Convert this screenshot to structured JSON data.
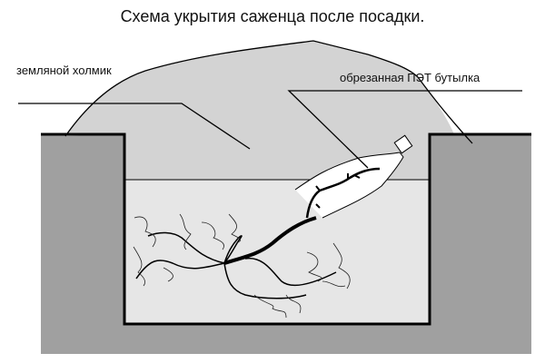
{
  "title": "Схема укрытия саженца после посадки.",
  "labels": {
    "mound": "земляной холмик",
    "bottle": "обрезанная ПЭТ бутылка"
  },
  "colors": {
    "ground": "#a0a0a0",
    "mound": "#d3d3d3",
    "pit_soil": "#e6e6e6",
    "bottle": "#ffffff"
  }
}
